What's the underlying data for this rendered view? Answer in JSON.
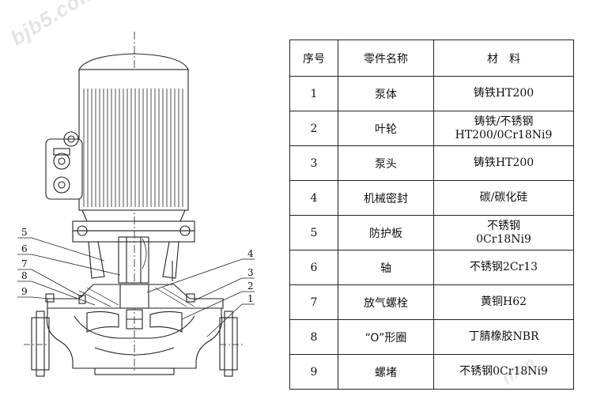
{
  "watermark": "bjb5.com",
  "watermark_corner": "n.cn",
  "table": {
    "headers": {
      "no": "序号",
      "name": "零件名称",
      "material": "材　料"
    },
    "rows": [
      {
        "no": "1",
        "name": "泵体",
        "material": [
          "铸铁HT200"
        ]
      },
      {
        "no": "2",
        "name": "叶轮",
        "material": [
          "铸铁/不锈钢",
          "HT200/0Cr18Ni9"
        ]
      },
      {
        "no": "3",
        "name": "泵头",
        "material": [
          "铸铁HT200"
        ]
      },
      {
        "no": "4",
        "name": "机械密封",
        "material": [
          "碳/碳化硅"
        ]
      },
      {
        "no": "5",
        "name": "防护板",
        "material": [
          "不锈钢",
          "0Cr18Ni9"
        ]
      },
      {
        "no": "6",
        "name": "轴",
        "material": [
          "不锈钢2Cr13"
        ]
      },
      {
        "no": "7",
        "name": "放气螺栓",
        "material": [
          "黄铜H62"
        ]
      },
      {
        "no": "8",
        "name": "“O”形圈",
        "material": [
          "丁腈橡胶NBR"
        ]
      },
      {
        "no": "9",
        "name": "螺堵",
        "material": [
          "不锈钢0Cr18Ni9"
        ]
      }
    ]
  },
  "callouts": {
    "left": [
      "5",
      "6",
      "7",
      "8",
      "9"
    ],
    "right": [
      "4",
      "3",
      "2",
      "1"
    ]
  }
}
